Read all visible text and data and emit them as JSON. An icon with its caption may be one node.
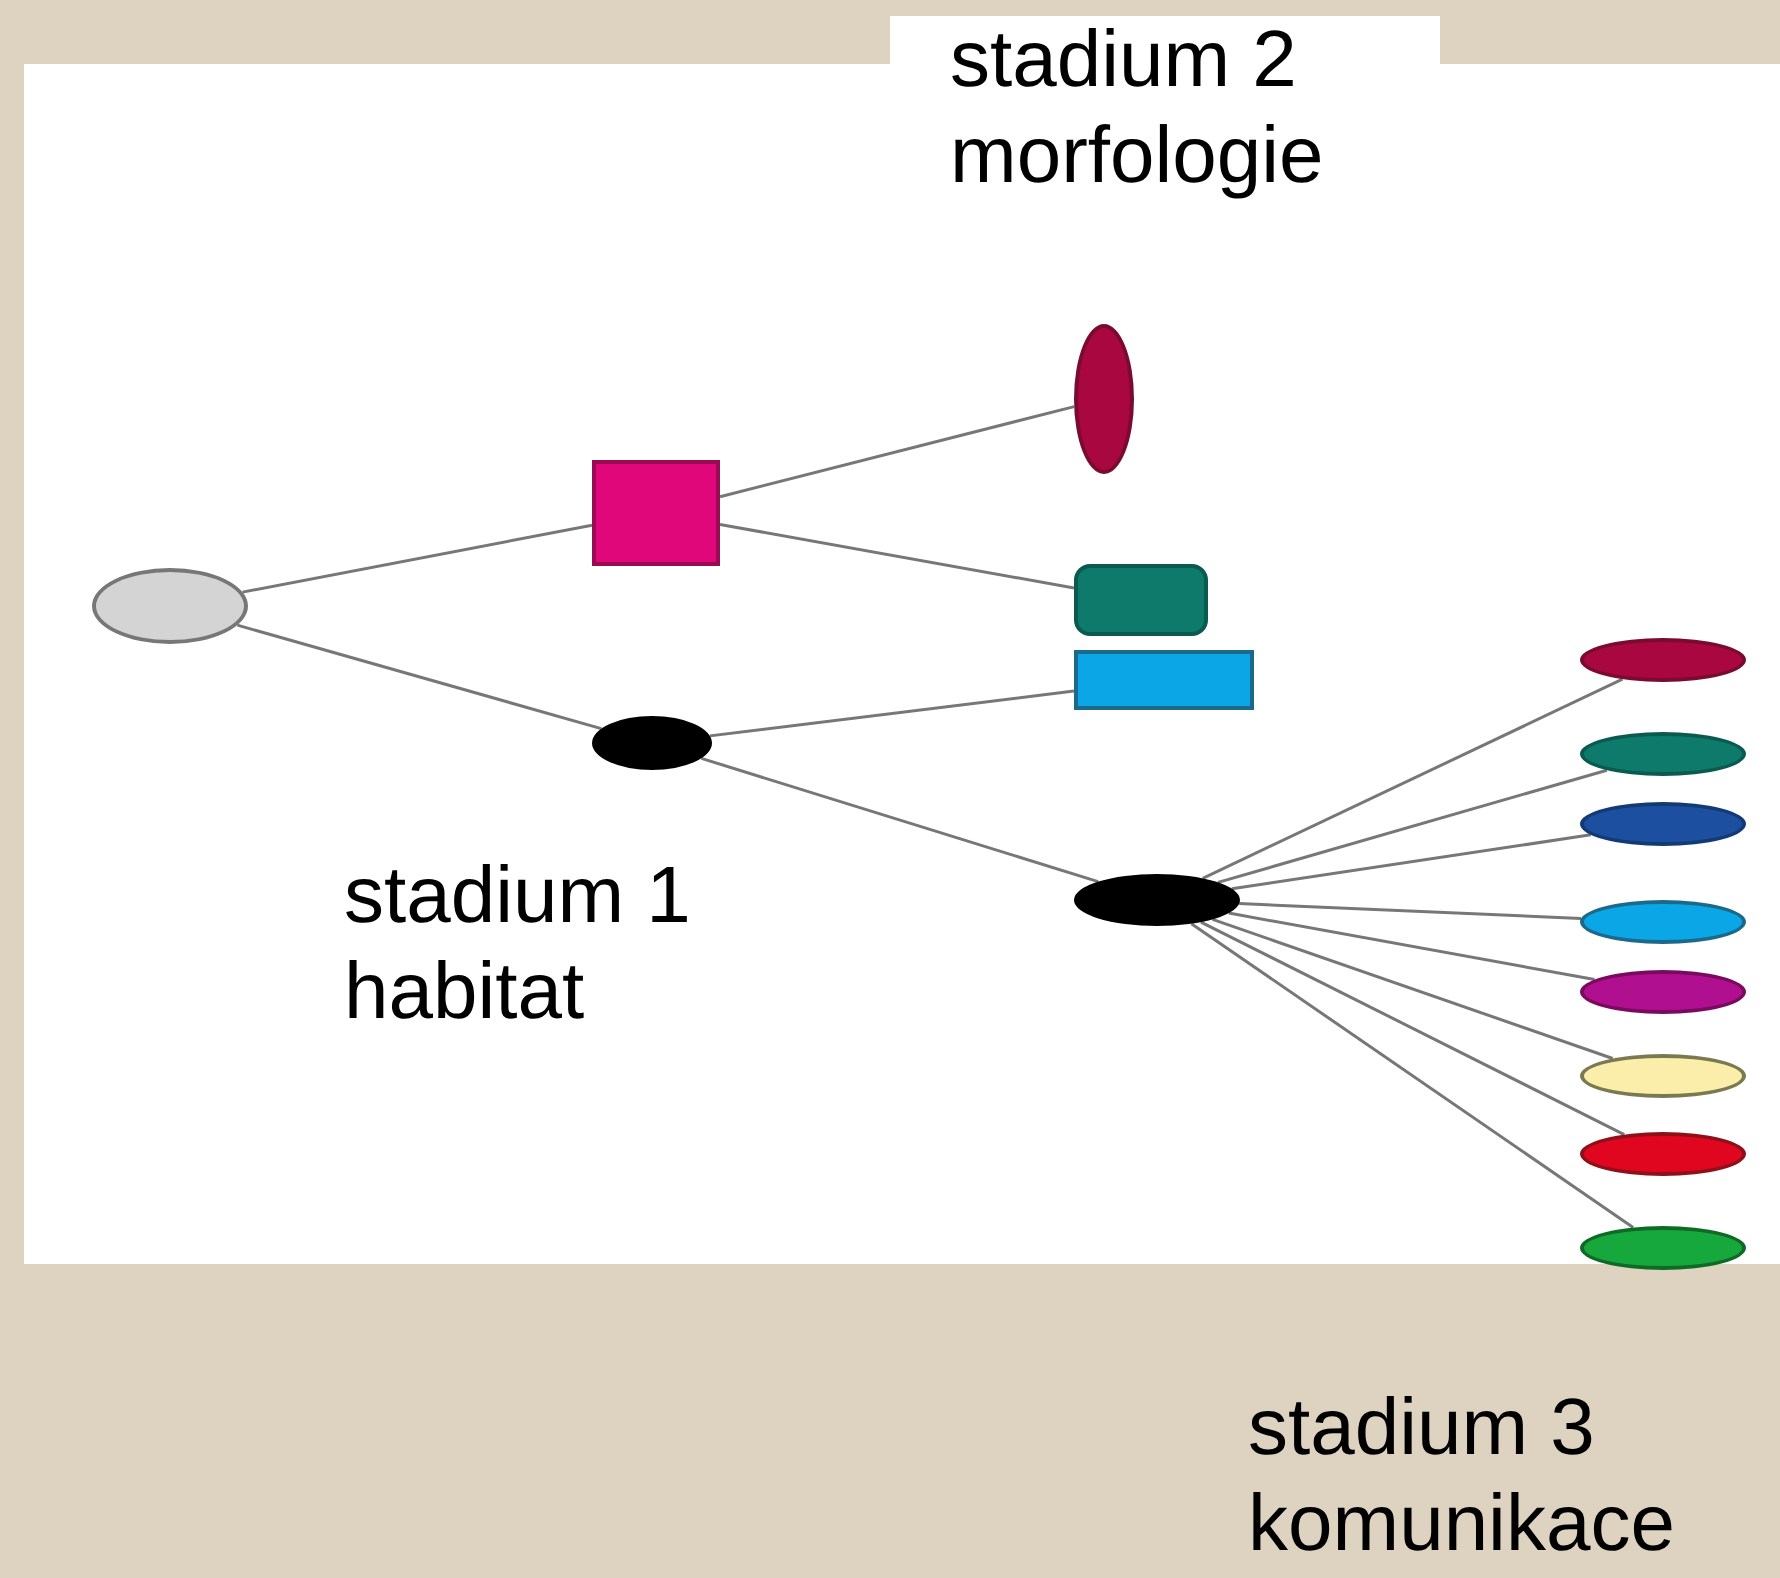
{
  "diagram": {
    "nodes": [
      {
        "text": [],
        "shape": "ellipse"
      },
      {
        "text": [],
        "shape": "box"
      },
      {
        "text": [],
        "shape": "ellipse"
      },
      {
        "text": [],
        "shape": "ellipse"
      },
      {
        "text": [],
        "shape": "box"
      },
      {
        "text": [],
        "shape": "box"
      },
      {
        "text": [],
        "shape": "ellipse"
      },
      {
        "text": [],
        "shape": "ellipse"
      },
      {
        "text": [],
        "shape": "ellipse"
      },
      {
        "text": [],
        "shape": "ellipse"
      },
      {
        "text": [],
        "shape": "ellipse"
      },
      {
        "text": [],
        "shape": "ellipse"
      },
      {
        "text": [],
        "shape": "ellipse"
      },
      {
        "text": [],
        "shape": "ellipse"
      },
      {
        "text": [],
        "shape": "ellipse"
      }
    ],
    "edges": [
      {
        "from": 0,
        "to": 1,
        "arrow": "none"
      },
      {
        "from": 0,
        "to": 2,
        "arrow": "none"
      },
      {
        "from": 1,
        "to": 3,
        "arrow": "none"
      },
      {
        "from": 1,
        "to": 4,
        "arrow": "none"
      },
      {
        "from": 2,
        "to": 5,
        "arrow": "none"
      },
      {
        "from": 2,
        "to": 6,
        "arrow": "none"
      },
      {
        "from": 6,
        "to": 7,
        "arrow": "none"
      },
      {
        "from": 6,
        "to": 8,
        "arrow": "none"
      },
      {
        "from": 6,
        "to": 9,
        "arrow": "none"
      },
      {
        "from": 6,
        "to": 10,
        "arrow": "none"
      },
      {
        "from": 6,
        "to": 11,
        "arrow": "none"
      },
      {
        "from": 6,
        "to": 12,
        "arrow": "none"
      },
      {
        "from": 6,
        "to": 13,
        "arrow": "none"
      },
      {
        "from": 6,
        "to": 14,
        "arrow": "none"
      }
    ],
    "labels": [
      "stadium 2 morfologie",
      "stadium 1 habitat",
      "stadium 3 komunikace"
    ]
  }
}
